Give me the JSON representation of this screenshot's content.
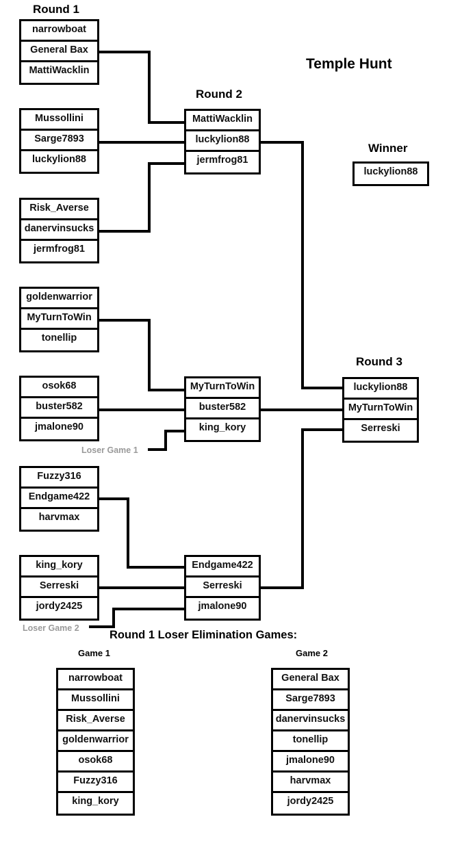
{
  "title": "Temple Hunt",
  "headings": {
    "round1": "Round 1",
    "round2": "Round 2",
    "round3": "Round 3",
    "winner": "Winner",
    "loser_section": "Round 1 Loser Elimination Games:",
    "game1": "Game 1",
    "game2": "Game 2"
  },
  "colors": {
    "line": "#000000",
    "box_border": "#000000",
    "text": "#111111",
    "loser_label": "#9a9a9a",
    "background": "#ffffff"
  },
  "round1": [
    {
      "players": [
        "narrowboat",
        "General Bax",
        "MattiWacklin"
      ],
      "winner": "General Bax"
    },
    {
      "players": [
        "Mussollini",
        "Sarge7893",
        "luckylion88"
      ],
      "winner": "Sarge7893"
    },
    {
      "players": [
        "Risk_Averse",
        "danervinsucks",
        "jermfrog81"
      ],
      "winner": "danervinsucks"
    },
    {
      "players": [
        "goldenwarrior",
        "MyTurnToWin",
        "tonellip"
      ],
      "winner": "MyTurnToWin"
    },
    {
      "players": [
        "osok68",
        "buster582",
        "jmalone90"
      ],
      "winner": "buster582"
    },
    {
      "players": [
        "Fuzzy316",
        "Endgame422",
        "harvmax"
      ],
      "winner": "Endgame422"
    },
    {
      "players": [
        "king_kory",
        "Serreski",
        "jordy2425"
      ],
      "winner": "Serreski"
    }
  ],
  "round2": [
    {
      "players": [
        "MattiWacklin",
        "luckylion88",
        "jermfrog81"
      ],
      "winner": "luckylion88"
    },
    {
      "players": [
        "MyTurnToWin",
        "buster582",
        "king_kory"
      ],
      "winner": "buster582"
    },
    {
      "players": [
        "Endgame422",
        "Serreski",
        "jmalone90"
      ],
      "winner": "Serreski"
    }
  ],
  "round3": {
    "players": [
      "luckylion88",
      "MyTurnToWin",
      "Serreski"
    ],
    "winner": "luckylion88"
  },
  "winner": "luckylion88",
  "loser_labels": {
    "game1": "Loser Game 1",
    "game2": "Loser Game 2"
  },
  "loser_games": [
    {
      "name": "Game 1",
      "players": [
        "narrowboat",
        "Mussollini",
        "Risk_Averse",
        "goldenwarrior",
        "osok68",
        "Fuzzy316",
        "king_kory"
      ]
    },
    {
      "name": "Game 2",
      "players": [
        "General Bax",
        "Sarge7893",
        "danervinsucks",
        "tonellip",
        "jmalone90",
        "harvmax",
        "jordy2425"
      ]
    }
  ]
}
